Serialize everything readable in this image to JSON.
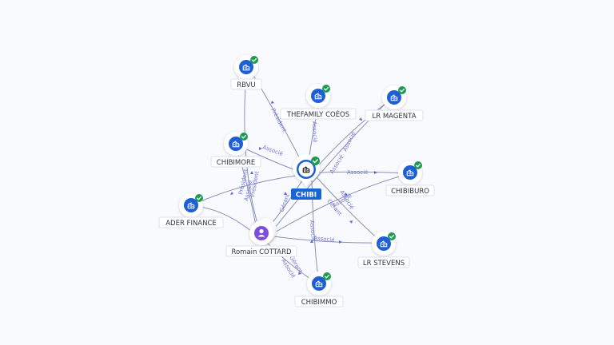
{
  "colors": {
    "company_icon": "#1f5fd6",
    "person_icon": "#7c4ddb",
    "check_badge": "#1e9a52",
    "center_label_bg": "#1565d8",
    "edge": "#8b90b8",
    "edge_label": "#6f76d6"
  },
  "center": {
    "label": "CHIBI",
    "icon": "building-icon"
  },
  "person": {
    "label": "Romain COTTARD",
    "icon": "person-icon"
  },
  "companies": [
    {
      "id": "rbvu",
      "label": "RBVU",
      "icon": "building-icon",
      "verified": true
    },
    {
      "id": "thefamily",
      "label": "THEFAMILY COÉOS",
      "icon": "building-icon",
      "verified": true
    },
    {
      "id": "lrmagenta",
      "label": "LR MAGENTA",
      "icon": "building-icon",
      "verified": true
    },
    {
      "id": "chibimore",
      "label": "CHIBIMORE",
      "icon": "building-icon",
      "verified": true
    },
    {
      "id": "chibiburo",
      "label": "CHIBIBURO",
      "icon": "building-icon",
      "verified": true
    },
    {
      "id": "aderfinance",
      "label": "ADER FINANCE",
      "icon": "building-icon",
      "verified": true
    },
    {
      "id": "lrstevens",
      "label": "LR STEVENS",
      "icon": "building-icon",
      "verified": true
    },
    {
      "id": "chibimmo",
      "label": "CHIBIMMO",
      "icon": "building-icon",
      "verified": true
    }
  ],
  "edge_labels": {
    "president": "Président",
    "associe": "Associé",
    "gerant": "Gérant"
  }
}
